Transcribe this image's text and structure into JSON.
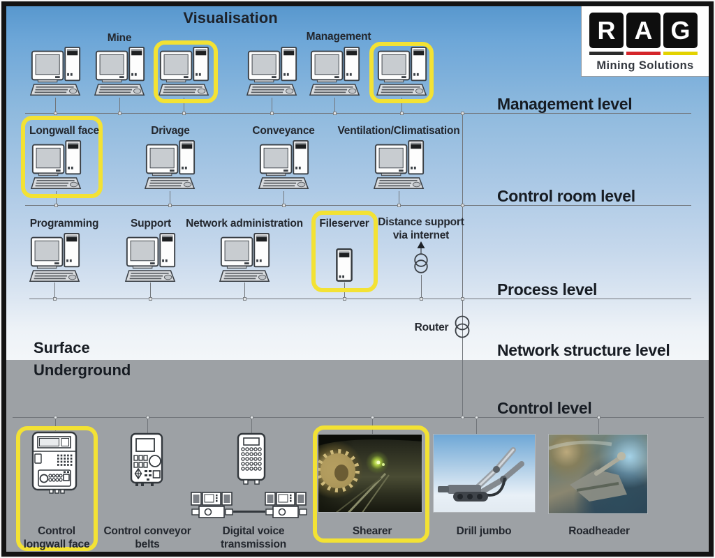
{
  "header": {
    "title": "Visualisation"
  },
  "logo": {
    "letters": [
      "R",
      "A",
      "G"
    ],
    "subtitle": "Mining Solutions"
  },
  "levels": {
    "management": "Management level",
    "control_room": "Control room level",
    "process": "Process level",
    "network_structure": "Network structure level",
    "control": "Control level"
  },
  "zones": {
    "surface": "Surface",
    "underground": "Underground"
  },
  "visualisation_row": {
    "mine_label": "Mine",
    "management_label": "Management"
  },
  "control_room_row": {
    "stations": [
      {
        "label": "Longwall face",
        "highlighted": true
      },
      {
        "label": "Drivage",
        "highlighted": false
      },
      {
        "label": "Conveyance",
        "highlighted": false
      },
      {
        "label": "Ventilation/Climatisation",
        "highlighted": false
      }
    ]
  },
  "process_row": {
    "stations": [
      {
        "label": "Programming",
        "highlighted": false
      },
      {
        "label": "Support",
        "highlighted": false
      },
      {
        "label": "Network administration",
        "highlighted": false
      },
      {
        "label": "Fileserver",
        "highlighted": true
      }
    ],
    "internet": {
      "line1": "Distance support",
      "line2": "via internet"
    }
  },
  "network_row": {
    "router_label": "Router"
  },
  "control_row": {
    "devices": [
      {
        "line1": "Control",
        "line2": "longwall face",
        "highlighted": true
      },
      {
        "line1": "Control conveyor",
        "line2": "belts",
        "highlighted": false
      },
      {
        "line1": "Digital voice",
        "line2": "transmission",
        "highlighted": false
      }
    ],
    "machines": [
      {
        "label": "Shearer",
        "highlighted": true
      },
      {
        "label": "Drill jumbo",
        "highlighted": false
      },
      {
        "label": "Roadheader",
        "highlighted": false
      }
    ]
  },
  "colors": {
    "highlight": "#F3E234",
    "underground_gray": "#9DA1A5",
    "line": "#71757A",
    "logo_bars": [
      "#2b2b2b",
      "#d4252a",
      "#e3d200"
    ]
  }
}
